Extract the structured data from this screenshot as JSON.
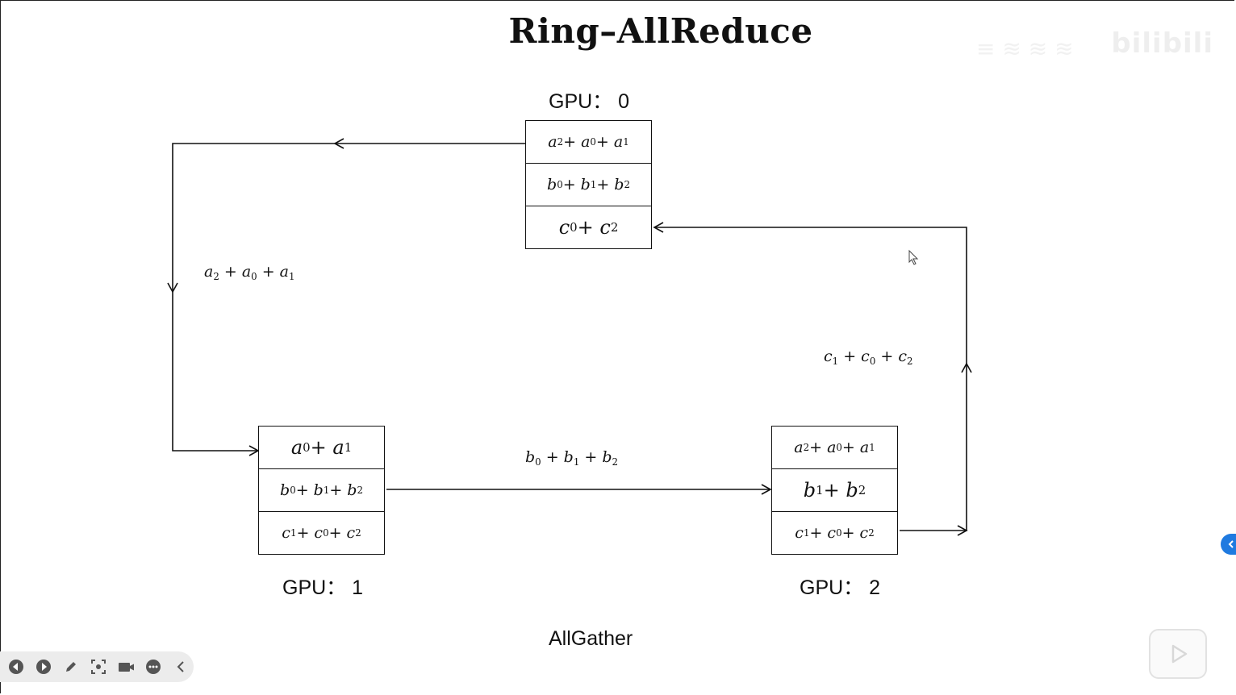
{
  "title": "Ring–AllReduce",
  "watermark": "bilibili",
  "caption": "AllGather",
  "gpus": [
    {
      "label": "GPU： 0",
      "cells": [
        "a_2 + a_0 + a_1",
        "b_0 + b_1 + b_2",
        "c_0 + c_2"
      ]
    },
    {
      "label": "GPU： 1",
      "cells": [
        "a_0 + a_1",
        "b_0 + b_1 + b_2",
        "c_1 + c_0 + c_2"
      ]
    },
    {
      "label": "GPU： 2",
      "cells": [
        "a_2 + a_0 + a_1",
        "b_1 + b_2",
        "c_1 + c_0 + c_2"
      ]
    }
  ],
  "edges": [
    {
      "from": "GPU 0",
      "to": "GPU 1",
      "label": "a_2 + a_0 + a_1"
    },
    {
      "from": "GPU 1",
      "to": "GPU 2",
      "label": "b_0 + b_1 + b_2"
    },
    {
      "from": "GPU 2",
      "to": "GPU 0",
      "label": "c_1 + c_0 + c_2"
    }
  ],
  "toolbar": {
    "icons": [
      "prev-icon",
      "play-icon",
      "pen-icon",
      "screenshot-icon",
      "camera-icon",
      "more-icon",
      "collapse-icon"
    ]
  }
}
